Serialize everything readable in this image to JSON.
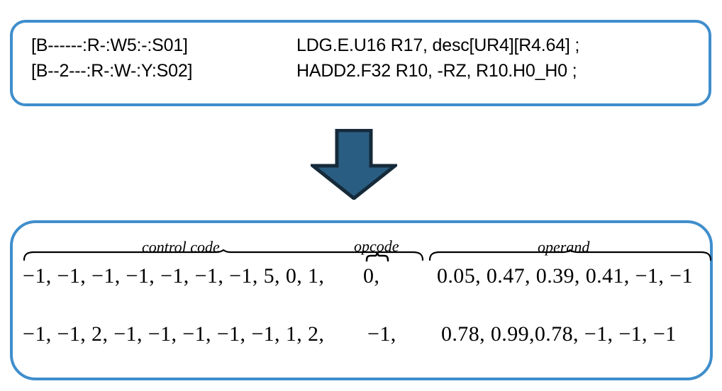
{
  "theme": {
    "box_border_color": "#3f8ecc",
    "arrow_fill_color": "#2a5d82",
    "arrow_outline_color": "#152a3a",
    "text_color": "#000000",
    "background_color": "#ffffff"
  },
  "sass_panel": {
    "name": "sass-instruction-panel",
    "instructions": [
      {
        "control_code": "[B------:R-:W5:-:S01]",
        "opcode_operand": "LDG.E.U16 R17, desc[UR4][R4.64] ;"
      },
      {
        "control_code": "[B--2---:R-:W-:Y:S02]",
        "opcode_operand": "HADD2.F32 R10, -RZ, R10.H0_H0 ;"
      }
    ]
  },
  "arrow": {
    "name": "down-arrow-icon",
    "direction": "down"
  },
  "vector_panel": {
    "name": "vector-encoding-panel",
    "field_labels": {
      "control_code": "control code",
      "opcode": "opcode",
      "operand": "operand"
    },
    "rows": [
      {
        "control_code": "−1, −1, −1, −1, −1, −1, −1, 5, 0, 1,",
        "opcode": "0,",
        "operand": "0.05, 0.47, 0.39, 0.41, −1, −1"
      },
      {
        "control_code": "−1, −1, 2, −1, −1, −1, −1, −1, 1, 2,",
        "opcode": "−1,",
        "operand": "0.78, 0.99,0.78, −1, −1, −1"
      }
    ]
  },
  "chart_data": {
    "type": "table",
    "title": "SASS instruction to numeric vector encoding",
    "columns": [
      "control code",
      "opcode",
      "operand"
    ],
    "rows": [
      {
        "source_control_code": "[B------:R-:W5:-:S01]",
        "source_instruction": "LDG.E.U16 R17, desc[UR4][R4.64] ;",
        "control_code_vector": [
          -1,
          -1,
          -1,
          -1,
          -1,
          -1,
          -1,
          5,
          0,
          1
        ],
        "opcode_vector": [
          0
        ],
        "operand_vector": [
          0.05,
          0.47,
          0.39,
          0.41,
          -1,
          -1
        ]
      },
      {
        "source_control_code": "[B--2---:R-:W-:Y:S02]",
        "source_instruction": "HADD2.F32 R10, -RZ, R10.H0_H0 ;",
        "control_code_vector": [
          -1,
          -1,
          2,
          -1,
          -1,
          -1,
          -1,
          -1,
          1,
          2
        ],
        "opcode_vector": [
          -1
        ],
        "operand_vector": [
          0.78,
          0.99,
          0.78,
          -1,
          -1,
          -1
        ]
      }
    ]
  }
}
